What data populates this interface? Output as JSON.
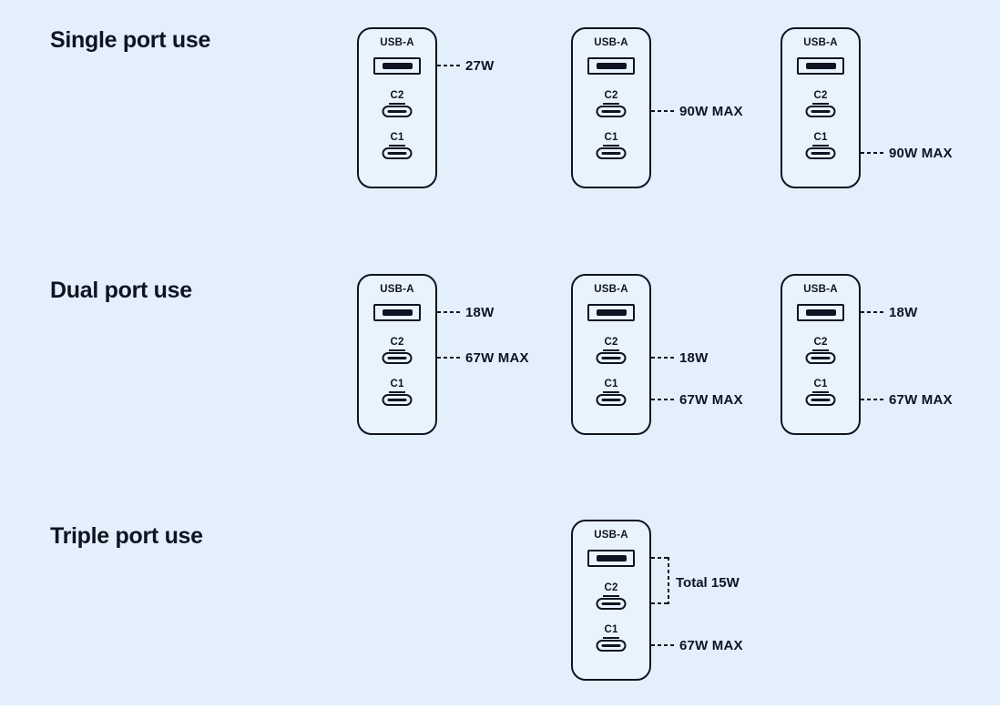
{
  "page": {
    "background_color": "#e3f0fc",
    "ink_color": "#0f1322",
    "charger_fill_color": "#e9f3fd"
  },
  "port_labels": {
    "usb_a": "USB-A",
    "c2": "C2",
    "c1": "C1"
  },
  "sections": [
    {
      "title": "Single port use"
    },
    {
      "title": "Dual port use"
    },
    {
      "title": "Triple port use"
    }
  ],
  "annotations": {
    "single_charger1_usb_a": "27W",
    "single_charger2_c2": "90W MAX",
    "single_charger3_c1": "90W MAX",
    "dual_charger1_usb_a": "18W",
    "dual_charger1_c2": "67W MAX",
    "dual_charger2_c2": "18W",
    "dual_charger2_c1": "67W MAX",
    "dual_charger3_usb_a": "18W",
    "dual_charger3_c1": "67W MAX",
    "triple_charger_total": "Total 15W",
    "triple_charger_c1": "67W MAX"
  }
}
